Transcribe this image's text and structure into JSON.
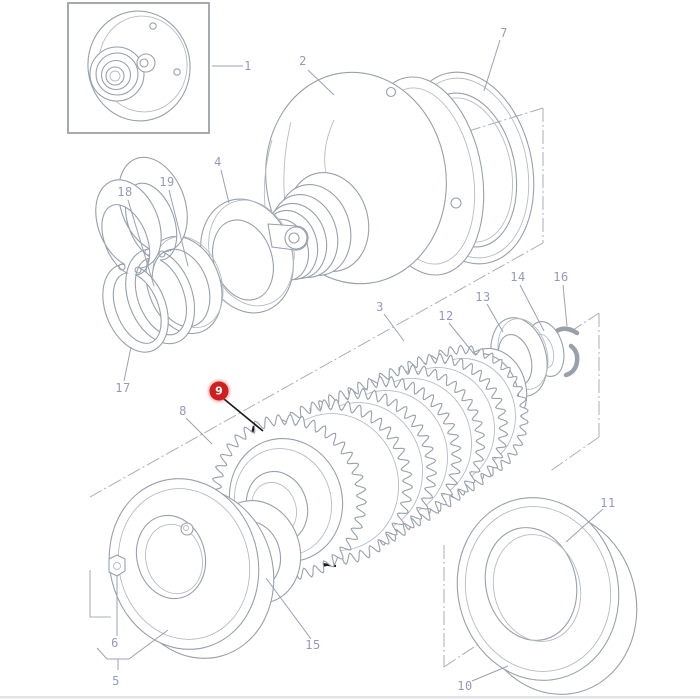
{
  "diagram": {
    "kind": "exploded-parts-diagram",
    "highlighted_callout": "9",
    "callouts": [
      {
        "id": "1"
      },
      {
        "id": "2"
      },
      {
        "id": "3"
      },
      {
        "id": "4"
      },
      {
        "id": "5"
      },
      {
        "id": "6"
      },
      {
        "id": "7"
      },
      {
        "id": "8"
      },
      {
        "id": "9"
      },
      {
        "id": "10"
      },
      {
        "id": "11"
      },
      {
        "id": "12"
      },
      {
        "id": "13"
      },
      {
        "id": "14"
      },
      {
        "id": "15"
      },
      {
        "id": "16"
      },
      {
        "id": "17"
      },
      {
        "id": "18"
      },
      {
        "id": "19"
      }
    ],
    "colors": {
      "background": "#ffffff",
      "line": "#98a0ab",
      "label": "#9399c0",
      "highlight_fill": "#cd1f1f",
      "highlight_text": "#ffffff",
      "emphasis_stroke": "#1c1c1c",
      "bottom_rule": "#e2e3e6"
    }
  }
}
